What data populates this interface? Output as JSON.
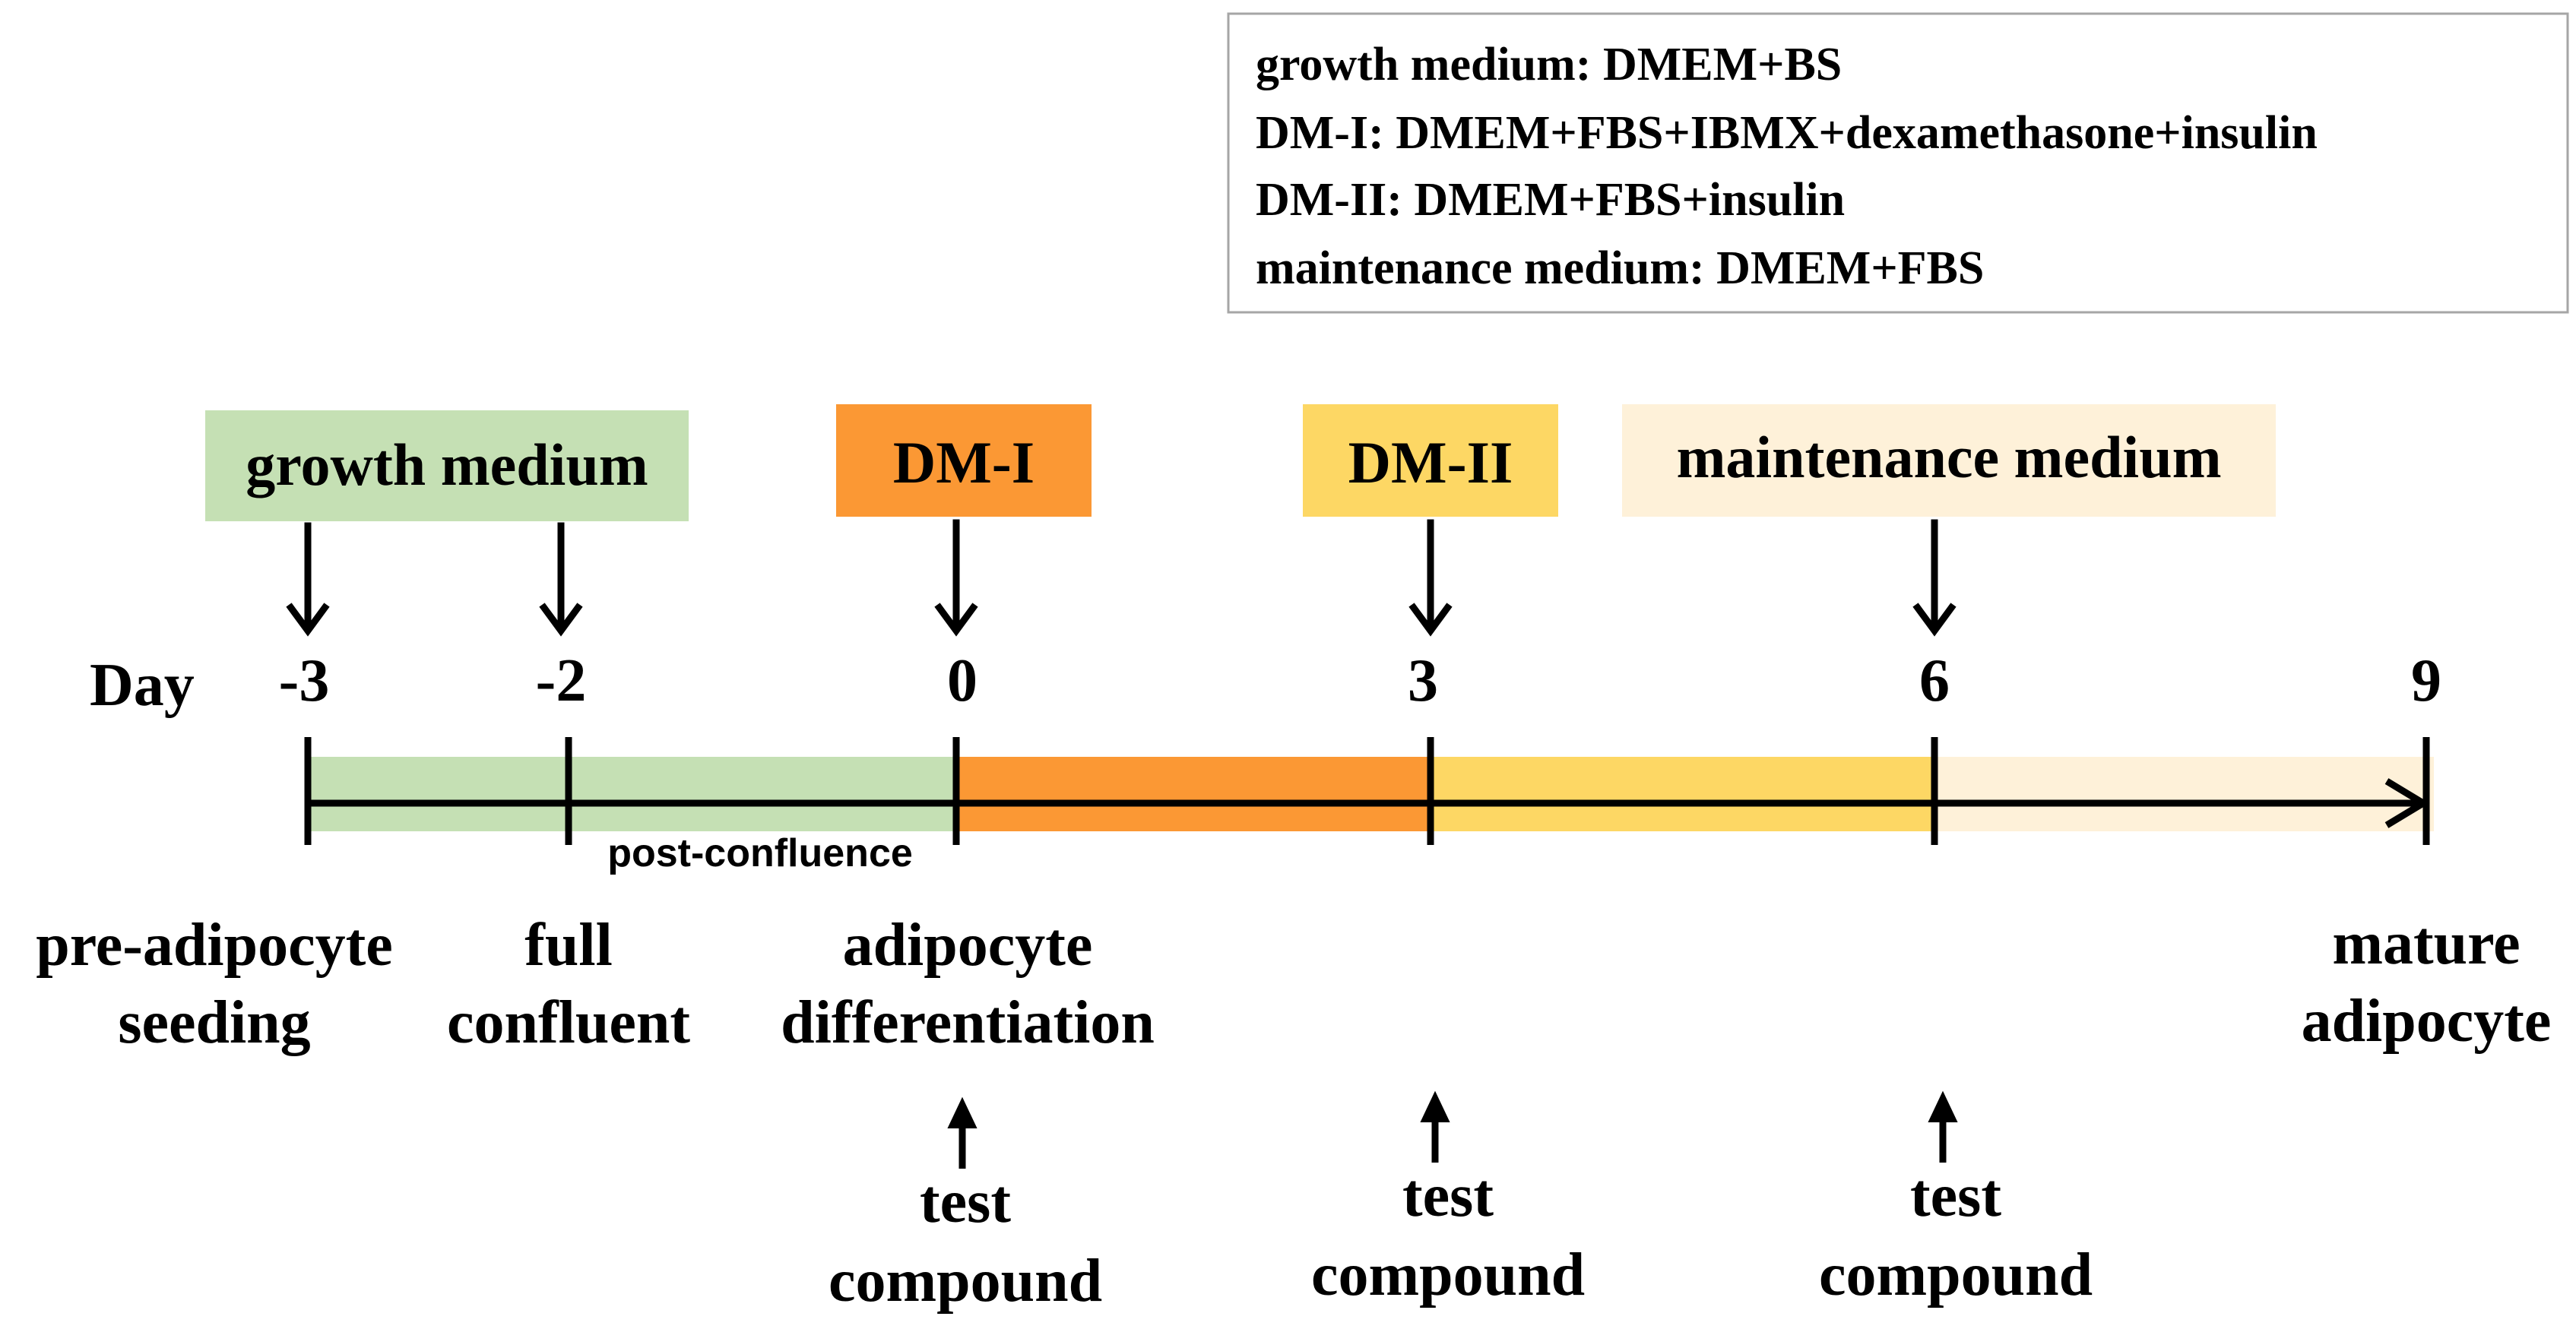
{
  "legend": {
    "lines": [
      "growth medium: DMEM+BS",
      "DM-I: DMEM+FBS+IBMX+dexamethasone+insulin",
      "DM-II: DMEM+FBS+insulin",
      "maintenance medium: DMEM+FBS"
    ]
  },
  "colors": {
    "growth": "#c5e0b4",
    "dm1": "#fb9834",
    "dm2": "#fdd764",
    "maintenance": "#fef1d9",
    "line": "#000000",
    "legend_border": "#a6a6a6"
  },
  "media": [
    {
      "id": "growth",
      "label": "growth medium"
    },
    {
      "id": "dm1",
      "label": "DM-I"
    },
    {
      "id": "dm2",
      "label": "DM-II"
    },
    {
      "id": "maintenance",
      "label": "maintenance medium"
    }
  ],
  "timeline": {
    "axis_label": "Day",
    "days": [
      "-3",
      "-2",
      "0",
      "3",
      "6",
      "9"
    ],
    "post_confluence_label": "post-confluence"
  },
  "stages": [
    {
      "id": "seeding",
      "lines": [
        "pre-adipocyte",
        "seeding"
      ]
    },
    {
      "id": "confluent",
      "lines": [
        "full",
        "confluent"
      ]
    },
    {
      "id": "differentiation",
      "lines": [
        "adipocyte",
        "differentiation"
      ]
    },
    {
      "id": "mature",
      "lines": [
        "mature",
        "adipocyte"
      ]
    }
  ],
  "test_compound": {
    "lines": [
      "test",
      "compound"
    ],
    "count": 3
  }
}
